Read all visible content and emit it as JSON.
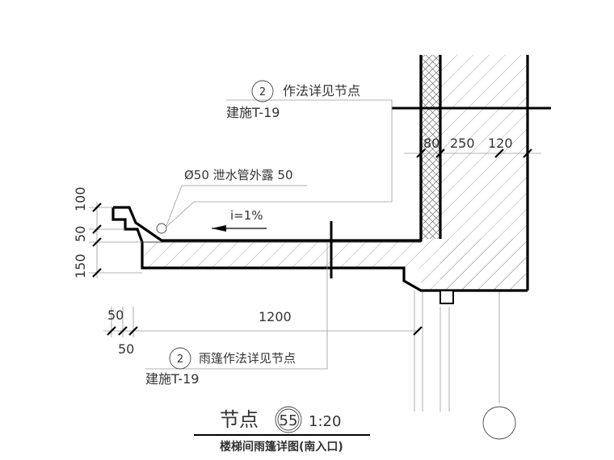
{
  "annotations": {
    "ref_top": {
      "circle_num": "2",
      "text": "作法详见节点",
      "sheet": "建施T-19"
    },
    "ref_bottom": {
      "circle_num": "2",
      "text": "雨篷作法详见节点",
      "sheet": "建施T-19"
    },
    "drain_note": "Ø50 泄水管外露 50",
    "slope": "i=1%"
  },
  "dimensions": {
    "vertical_100": "100",
    "vertical_50": "50",
    "vertical_150": "150",
    "horizontal_50_top": "50",
    "horizontal_50_bottom": "50",
    "horizontal_1200": "1200",
    "wall_80": "80",
    "wall_250": "250",
    "wall_120": "120"
  },
  "title_block": {
    "node_label": "节点",
    "node_number": "55",
    "scale": "1:20",
    "caption": "楼梯间雨篷详图(南入口)"
  }
}
